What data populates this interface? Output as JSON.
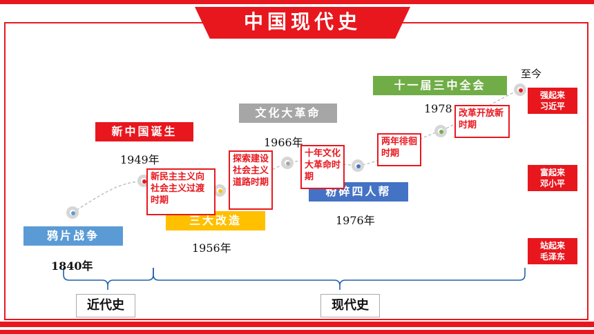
{
  "title": "中国现代史",
  "colors": {
    "red": "#e8171e",
    "blue": "#5b9bd5",
    "gold": "#ffc000",
    "gray": "#a6a6a6",
    "green": "#70ad47",
    "darkblue": "#4472c4"
  },
  "events": {
    "opium_war": {
      "label": "鸦片战争",
      "year": "1840年"
    },
    "new_china": {
      "label": "新中国诞生",
      "year": "1949年"
    },
    "three_reforms": {
      "label": "三大改造",
      "year": "1956年"
    },
    "cultural_revolution": {
      "label": "文化大革命",
      "year": "1966年"
    },
    "gang_of_four": {
      "label": "粉碎四人帮",
      "year": "1976年"
    },
    "third_plenum": {
      "label": "十一届三中全会",
      "year": "1978"
    },
    "now": {
      "label": "至今"
    }
  },
  "periods": {
    "transition": "新民主主义向社会主义过渡时期",
    "exploration": "探索建设社会主义道路时期",
    "ten_years": "十年文化大革命时期",
    "two_years": "两年徘徊时期",
    "reform": "改革开放新时期"
  },
  "stages": {
    "stronger": {
      "line1": "强起来",
      "line2": "习近平"
    },
    "richer": {
      "line1": "富起来",
      "line2": "邓小平"
    },
    "stand_up": {
      "line1": "站起来",
      "line2": "毛泽东"
    }
  },
  "eras": {
    "modern": "近代史",
    "contemporary": "现代史"
  }
}
